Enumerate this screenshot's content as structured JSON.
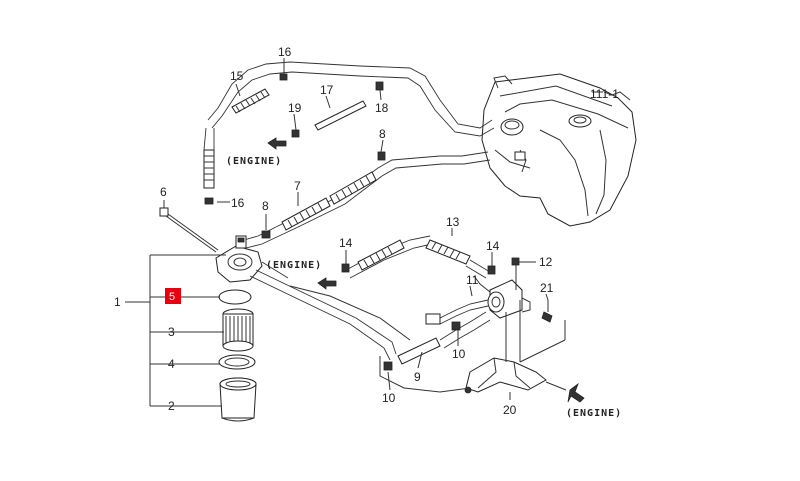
{
  "diagram": {
    "part_labels": {
      "p1": "1",
      "p2": "2",
      "p3": "3",
      "p4": "4",
      "p5": "5",
      "p6": "6",
      "p7": "7",
      "p8a": "8",
      "p8b": "8",
      "p9": "9",
      "p10a": "10",
      "p10b": "10",
      "p11": "11",
      "p12": "12",
      "p13": "13",
      "p14a": "14",
      "p14b": "14",
      "p15": "15",
      "p16a": "16",
      "p16b": "16",
      "p17": "17",
      "p18": "18",
      "p19": "19",
      "p20": "20",
      "p21": "21",
      "p111": "111-1"
    },
    "engine_labels": {
      "e1": "(ENGINE)",
      "e2": "(ENGINE)",
      "e3": "(ENGINE)"
    },
    "highlight": {
      "part": "5",
      "color": "#e8000f"
    }
  }
}
